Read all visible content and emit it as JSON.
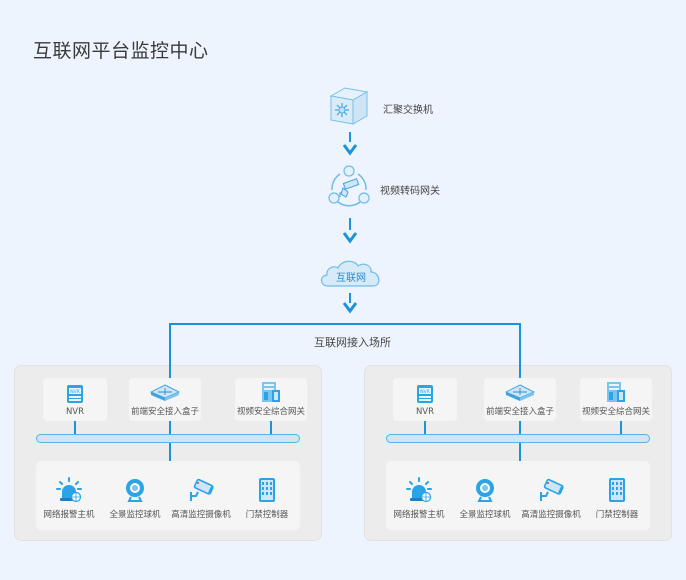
{
  "title": "互联网平台监控中心",
  "top_chain": {
    "switch": {
      "label": "汇聚交换机",
      "icon": "aggregation-switch-icon"
    },
    "gateway": {
      "label": "视频转码网关",
      "icon": "video-transcoding-gateway-icon"
    },
    "cloud": {
      "label": "互联网",
      "icon": "cloud-icon"
    }
  },
  "site_label": "互联网接入场所",
  "sites": [
    {
      "top_nodes": [
        {
          "label": "NVR",
          "icon": "nvr-icon"
        },
        {
          "label": "前端安全接入盒子",
          "icon": "front-end-access-box-icon"
        },
        {
          "label": "视频安全综合网关",
          "icon": "video-security-gateway-icon"
        }
      ],
      "devices": [
        {
          "label": "网络报警主机",
          "icon": "network-alarm-host-icon"
        },
        {
          "label": "全景监控球机",
          "icon": "panoramic-dome-camera-icon"
        },
        {
          "label": "高清监控摄像机",
          "icon": "hd-surveillance-camera-icon"
        },
        {
          "label": "门禁控制器",
          "icon": "access-controller-icon"
        }
      ]
    },
    {
      "top_nodes": [
        {
          "label": "NVR",
          "icon": "nvr-icon"
        },
        {
          "label": "前端安全接入盒子",
          "icon": "front-end-access-box-icon"
        },
        {
          "label": "视频安全综合网关",
          "icon": "video-security-gateway-icon"
        }
      ],
      "devices": [
        {
          "label": "网络报警主机",
          "icon": "network-alarm-host-icon"
        },
        {
          "label": "全景监控球机",
          "icon": "panoramic-dome-camera-icon"
        },
        {
          "label": "高清监控摄像机",
          "icon": "hd-surveillance-camera-icon"
        },
        {
          "label": "门禁控制器",
          "icon": "access-controller-icon"
        }
      ]
    }
  ],
  "colors": {
    "background": "#eef4fd",
    "accent": "#1a93d8",
    "icon_fill": "#2aa3e8",
    "icon_light": "#d4eaf8",
    "panel": "#ececec",
    "card": "#f5f5f5"
  }
}
